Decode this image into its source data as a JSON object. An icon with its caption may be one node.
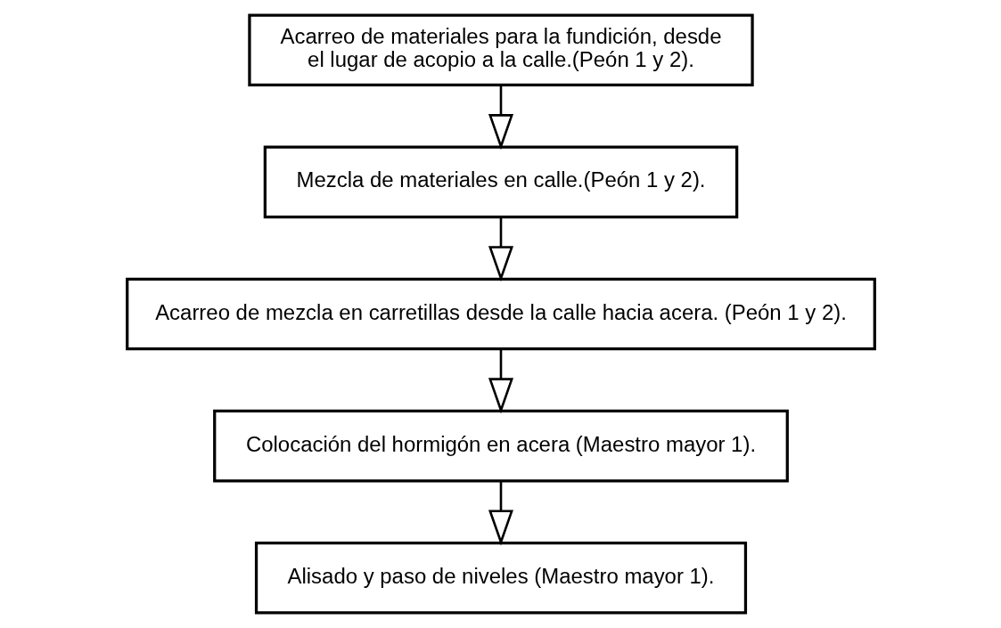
{
  "diagram": {
    "nodes": [
      {
        "text": [
          "Acarreo de materiales para la fundición, desde el lugar de acopio a la calle.(Peón 1 y 2)."
        ]
      },
      {
        "text": [
          "Mezcla de materiales en calle.(Peón 1 y 2)."
        ]
      },
      {
        "text": [
          "Acarreo de mezcla en carretillas desde la calle hacia acera. (Peón 1 y 2)."
        ]
      },
      {
        "text": [
          "Colocación del hormigón en acera (Maestro mayor 1)."
        ]
      },
      {
        "text": [
          "Alisado y paso de niveles (Maestro mayor 1)."
        ]
      }
    ],
    "edges": [
      {
        "from": 0,
        "to": 1,
        "arrow": "to"
      },
      {
        "from": 1,
        "to": 2,
        "arrow": "to"
      },
      {
        "from": 2,
        "to": 3,
        "arrow": "to"
      },
      {
        "from": 3,
        "to": 4,
        "arrow": "to"
      }
    ]
  }
}
